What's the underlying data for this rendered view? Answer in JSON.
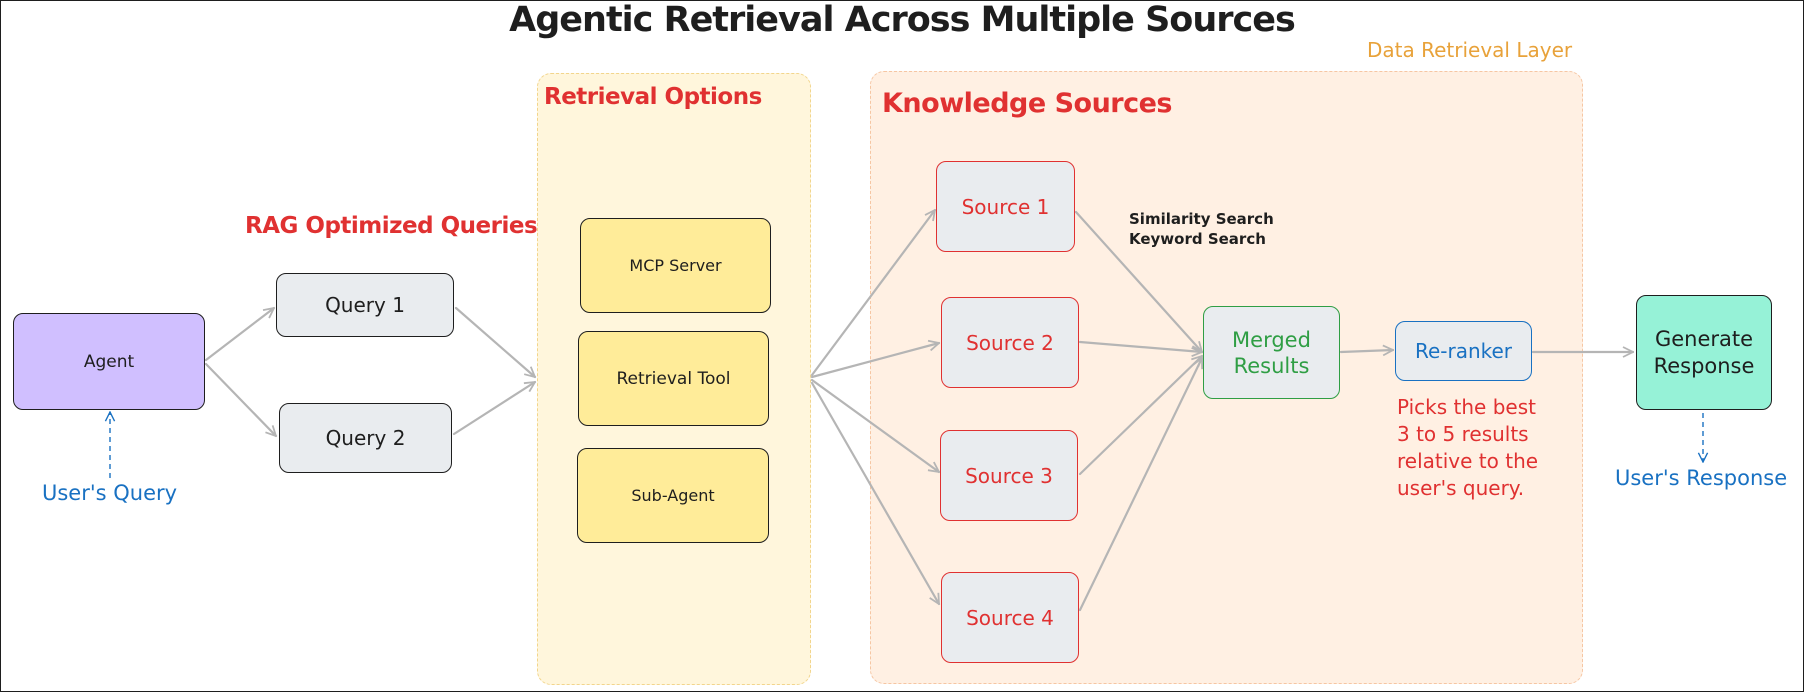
{
  "title": "Agentic Retrieval Across Multiple Sources",
  "layer_label": "Data Retrieval Layer",
  "agent": {
    "label": "Agent",
    "input_label": "User's Query"
  },
  "queries": {
    "heading": "RAG Optimized Queries",
    "items": [
      "Query 1",
      "Query 2"
    ]
  },
  "retrieval_options": {
    "heading": "Retrieval Options",
    "items": [
      "MCP Server",
      "Retrieval Tool",
      "Sub-Agent"
    ]
  },
  "knowledge_sources": {
    "heading": "Knowledge Sources",
    "items": [
      "Source 1",
      "Source 2",
      "Source 3",
      "Source 4"
    ],
    "search_methods": [
      "Similarity Search",
      "Keyword Search"
    ]
  },
  "merged": {
    "line1": "Merged",
    "line2": "Results"
  },
  "reranker": {
    "label": "Re-ranker",
    "note": [
      "Picks the best",
      "3 to 5 results",
      "relative to the",
      "user's query."
    ]
  },
  "output": {
    "line1": "Generate",
    "line2": "Response",
    "response_label": "User's Response"
  },
  "colors": {
    "heading_red": "#e03131",
    "layer_orange": "#e8a23a",
    "agent_purple": "#d0bfff",
    "option_yellow": "#ffec99",
    "merged_green": "#2f9e44",
    "reranker_blue": "#1971c2",
    "response_teal": "#96f2d7",
    "arrow_grey": "#b5b5b5"
  }
}
